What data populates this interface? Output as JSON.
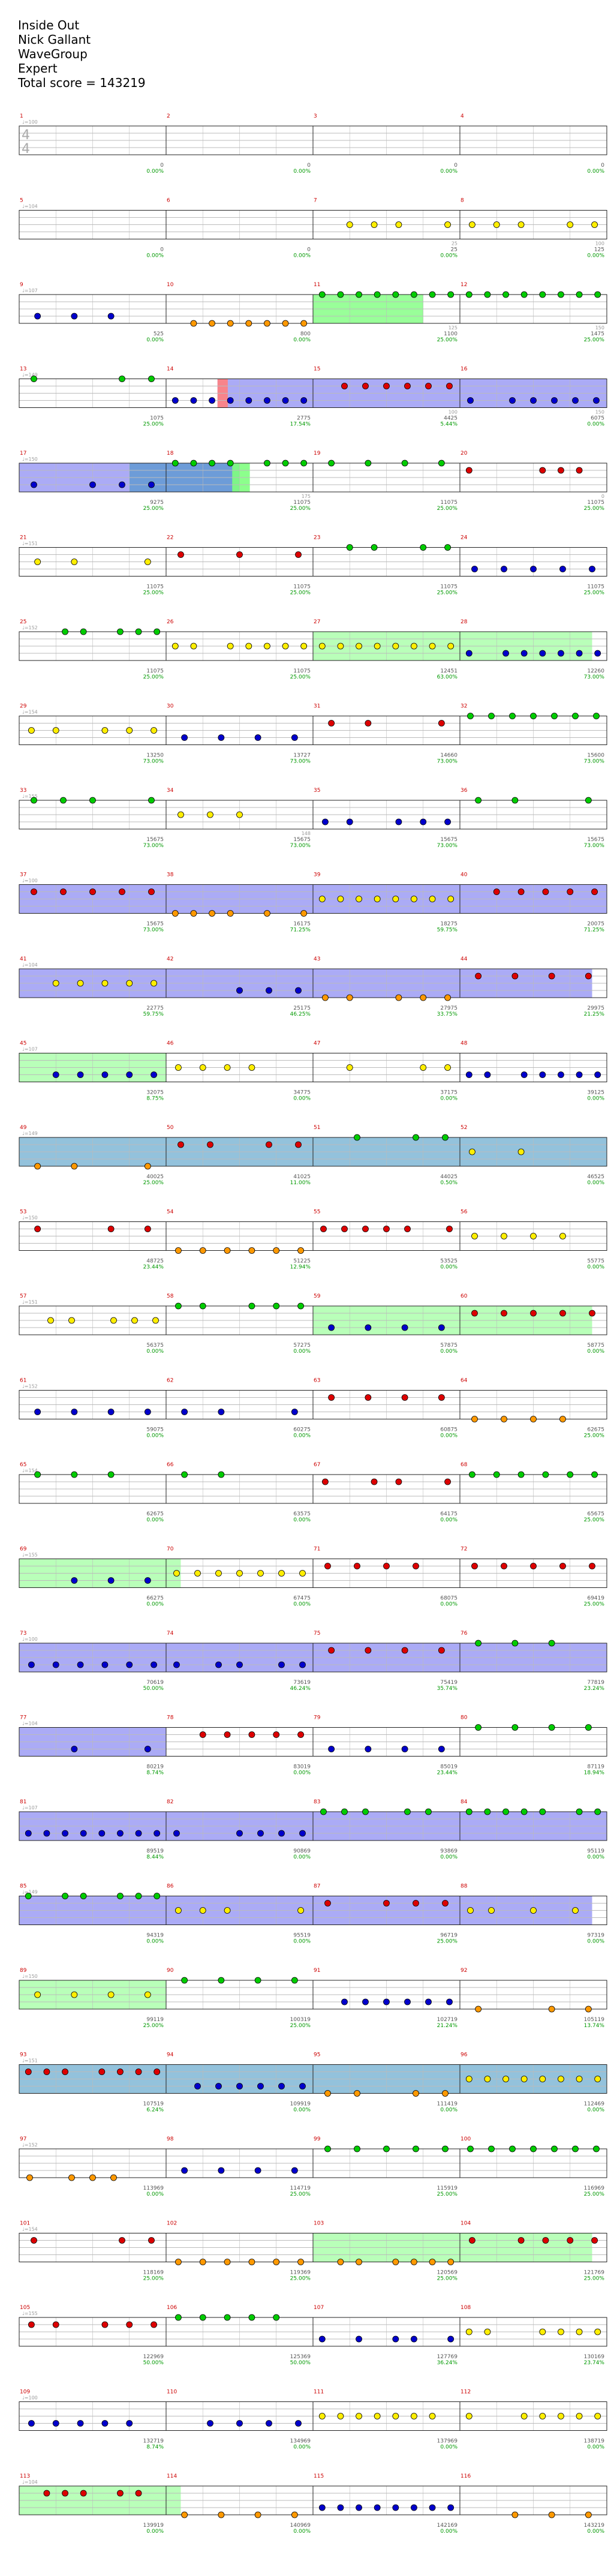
{
  "header": {
    "song_title": "Inside Out",
    "artist": "Nick Gallant",
    "charter": "WaveGroup",
    "difficulty": "Expert",
    "total_score_label": "Total score = 143219"
  },
  "colors": {
    "staff_line": "#bbbbbb",
    "staff_border": "#222222",
    "measure_number": "#cc0000",
    "tempo_text": "#999999",
    "score_text": "#555555",
    "percent_text": "#009900",
    "star_power_fill": "#7fff7f",
    "solo_fill": "#00008b",
    "unison_fill": "#ff7f7f",
    "note_green": "#00cc00",
    "note_red": "#dd0000",
    "note_yellow": "#ffee00",
    "note_blue": "#0000cc",
    "note_orange": "#ff9900"
  },
  "chart_data": {
    "type": "score-chart",
    "time_signature": "4/4",
    "tempo_marks": [
      "♩=100",
      "♩=104",
      "♩=107",
      "♩=149",
      "♩=150",
      "♩=151",
      "♩=152",
      "♩=154",
      "♩=155"
    ],
    "rows": [
      {
        "measures": [
          1,
          2,
          3,
          4
        ],
        "scores": [
          "0",
          "0",
          "0",
          "0"
        ],
        "percents": [
          "0.00%",
          "0.00%",
          "0.00%",
          "0.00%"
        ],
        "mini": [
          "",
          "",
          "",
          ""
        ]
      },
      {
        "measures": [
          5,
          6,
          7,
          8
        ],
        "scores": [
          "0",
          "0",
          "25",
          "125"
        ],
        "percents": [
          "0.00%",
          "0.00%",
          "0.00%",
          "0.00%"
        ],
        "mini": [
          "",
          "",
          "25",
          "100"
        ]
      },
      {
        "measures": [
          9,
          10,
          11,
          12
        ],
        "scores": [
          "525",
          "800",
          "1100",
          "1475"
        ],
        "percents": [
          "0.00%",
          "0.00%",
          "25.00%",
          "25.00%"
        ],
        "mini": [
          "",
          "",
          "125",
          "150"
        ]
      },
      {
        "measures": [
          13,
          14,
          15,
          16
        ],
        "scores": [
          "1075",
          "2775",
          "4425",
          "6075"
        ],
        "percents": [
          "25.00%",
          "17.54%",
          "5.44%",
          "0.00%"
        ],
        "mini": [
          "",
          "",
          "100",
          "150"
        ]
      },
      {
        "measures": [
          17,
          18,
          19,
          20
        ],
        "scores": [
          "9275",
          "11075",
          "11075",
          "11075"
        ],
        "percents": [
          "25.00%",
          "25.00%",
          "25.00%",
          "25.00%"
        ],
        "mini": [
          "",
          "175",
          "",
          "0"
        ]
      },
      {
        "measures": [
          21,
          22,
          23,
          24
        ],
        "scores": [
          "11075",
          "11075",
          "11075",
          "11075"
        ],
        "percents": [
          "25.00%",
          "25.00%",
          "25.00%",
          "25.00%"
        ],
        "mini": [
          "",
          "",
          "",
          ""
        ]
      },
      {
        "measures": [
          25,
          26,
          27,
          28
        ],
        "scores": [
          "11075",
          "11075",
          "12451",
          "12260"
        ],
        "percents": [
          "25.00%",
          "25.00%",
          "63.00%",
          "73.00%"
        ],
        "mini": [
          "",
          "",
          "",
          ""
        ]
      },
      {
        "measures": [
          29,
          30,
          31,
          32
        ],
        "scores": [
          "13250",
          "13727",
          "14660",
          "15600"
        ],
        "percents": [
          "73.00%",
          "73.00%",
          "73.00%",
          "73.00%"
        ],
        "mini": [
          "",
          "",
          "",
          ""
        ]
      },
      {
        "measures": [
          33,
          34,
          35,
          36
        ],
        "scores": [
          "15675",
          "15675",
          "15675",
          "15675"
        ],
        "percents": [
          "73.00%",
          "73.00%",
          "73.00%",
          "73.00%"
        ],
        "mini": [
          "",
          "148",
          "",
          ""
        ]
      },
      {
        "measures": [
          37,
          38,
          39,
          40
        ],
        "scores": [
          "15675",
          "16175",
          "18275",
          "20075"
        ],
        "percents": [
          "73.00%",
          "71.25%",
          "59.75%",
          "71.25%"
        ],
        "mini": [
          "",
          "",
          "",
          ""
        ]
      },
      {
        "measures": [
          41,
          42,
          43,
          44
        ],
        "scores": [
          "22775",
          "25175",
          "27975",
          "29975"
        ],
        "percents": [
          "59.75%",
          "46.25%",
          "33.75%",
          "21.25%"
        ],
        "mini": [
          "",
          "",
          "",
          ""
        ]
      },
      {
        "measures": [
          45,
          46,
          47,
          48
        ],
        "scores": [
          "32075",
          "34775",
          "37175",
          "39125"
        ],
        "percents": [
          "8.75%",
          "0.00%",
          "0.00%",
          "0.00%"
        ],
        "mini": [
          "",
          "",
          "",
          ""
        ]
      },
      {
        "measures": [
          49,
          50,
          51,
          52
        ],
        "scores": [
          "40025",
          "41025",
          "44025",
          "46525"
        ],
        "percents": [
          "25.00%",
          "11.00%",
          "0.50%",
          "0.00%"
        ],
        "mini": [
          "",
          "",
          "",
          ""
        ]
      },
      {
        "measures": [
          53,
          54,
          55,
          56
        ],
        "scores": [
          "48725",
          "51225",
          "53525",
          "55775"
        ],
        "percents": [
          "23.44%",
          "12.94%",
          "0.00%",
          "0.00%"
        ],
        "mini": [
          "",
          "",
          "",
          ""
        ]
      },
      {
        "measures": [
          57,
          58,
          59,
          60
        ],
        "scores": [
          "56375",
          "57275",
          "57875",
          "58775"
        ],
        "percents": [
          "0.00%",
          "0.00%",
          "0.00%",
          "0.00%"
        ],
        "mini": [
          "",
          "",
          "",
          ""
        ]
      },
      {
        "measures": [
          61,
          62,
          63,
          64
        ],
        "scores": [
          "59075",
          "60275",
          "60875",
          "62675"
        ],
        "percents": [
          "0.00%",
          "0.00%",
          "0.00%",
          "25.00%"
        ],
        "mini": [
          "",
          "",
          "",
          ""
        ]
      },
      {
        "measures": [
          65,
          66,
          67,
          68
        ],
        "scores": [
          "62675",
          "63575",
          "64175",
          "65675"
        ],
        "percents": [
          "0.00%",
          "0.00%",
          "0.00%",
          "25.00%"
        ],
        "mini": [
          "",
          "",
          "",
          ""
        ]
      },
      {
        "measures": [
          69,
          70,
          71,
          72
        ],
        "scores": [
          "66275",
          "67475",
          "68075",
          "69419"
        ],
        "percents": [
          "0.00%",
          "0.00%",
          "0.00%",
          "25.00%"
        ],
        "mini": [
          "",
          "",
          "",
          ""
        ]
      },
      {
        "measures": [
          73,
          74,
          75,
          76
        ],
        "scores": [
          "70619",
          "73619",
          "75419",
          "77819"
        ],
        "percents": [
          "50.00%",
          "46.24%",
          "35.74%",
          "23.24%"
        ],
        "mini": [
          "",
          "",
          "",
          ""
        ]
      },
      {
        "measures": [
          77,
          78,
          79,
          80
        ],
        "scores": [
          "80219",
          "83019",
          "85019",
          "87119"
        ],
        "percents": [
          "8.74%",
          "0.00%",
          "23.44%",
          "18.94%"
        ],
        "mini": [
          "",
          "",
          "",
          ""
        ]
      },
      {
        "measures": [
          81,
          82,
          83,
          84
        ],
        "scores": [
          "89519",
          "90869",
          "93869",
          "95119"
        ],
        "percents": [
          "8.44%",
          "0.00%",
          "0.00%",
          "0.00%"
        ],
        "mini": [
          "",
          "",
          "",
          ""
        ]
      },
      {
        "measures": [
          85,
          86,
          87,
          88
        ],
        "scores": [
          "94319",
          "95519",
          "96719",
          "97319"
        ],
        "percents": [
          "0.00%",
          "0.00%",
          "25.00%",
          "0.00%"
        ],
        "mini": [
          "",
          "",
          "",
          ""
        ]
      },
      {
        "measures": [
          89,
          90,
          91,
          92
        ],
        "scores": [
          "99119",
          "100319",
          "102719",
          "105119"
        ],
        "percents": [
          "25.00%",
          "25.00%",
          "21.24%",
          "13.74%"
        ],
        "mini": [
          "",
          "",
          "",
          ""
        ]
      },
      {
        "measures": [
          93,
          94,
          95,
          96
        ],
        "scores": [
          "107519",
          "109919",
          "111419",
          "112469"
        ],
        "percents": [
          "6.24%",
          "0.00%",
          "0.00%",
          "0.00%"
        ],
        "mini": [
          "",
          "",
          "",
          ""
        ]
      },
      {
        "measures": [
          97,
          98,
          99,
          100
        ],
        "scores": [
          "113969",
          "114719",
          "115919",
          "116969"
        ],
        "percents": [
          "0.00%",
          "25.00%",
          "25.00%",
          "25.00%"
        ],
        "mini": [
          "",
          "",
          "",
          ""
        ]
      },
      {
        "measures": [
          101,
          102,
          103,
          104
        ],
        "scores": [
          "118169",
          "119369",
          "120569",
          "121769"
        ],
        "percents": [
          "25.00%",
          "25.00%",
          "25.00%",
          "25.00%"
        ],
        "mini": [
          "",
          "",
          "",
          ""
        ]
      },
      {
        "measures": [
          105,
          106,
          107,
          108
        ],
        "scores": [
          "122969",
          "125369",
          "127769",
          "130169"
        ],
        "percents": [
          "50.00%",
          "50.00%",
          "36.24%",
          "23.74%"
        ],
        "mini": [
          "",
          "",
          "",
          ""
        ]
      },
      {
        "measures": [
          109,
          110,
          111,
          112
        ],
        "scores": [
          "132719",
          "134969",
          "137969",
          "138719"
        ],
        "percents": [
          "8.74%",
          "0.00%",
          "0.00%",
          "0.00%"
        ],
        "mini": [
          "",
          "",
          "",
          ""
        ]
      },
      {
        "measures": [
          113,
          114,
          115,
          116
        ],
        "scores": [
          "139919",
          "140969",
          "142169",
          "143219"
        ],
        "percents": [
          "0.00%",
          "0.00%",
          "0.00%",
          "0.00%"
        ],
        "mini": [
          "",
          "",
          "",
          ""
        ]
      }
    ]
  }
}
